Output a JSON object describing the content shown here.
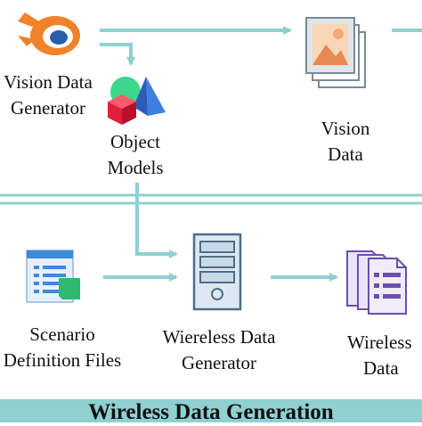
{
  "labels": {
    "vision_generator": [
      "Vision Data",
      "Generator"
    ],
    "object_models": [
      "Object",
      "Models"
    ],
    "vision_data": [
      "Vision",
      "Data"
    ],
    "scenario_files": [
      "Scenario",
      "Definition Files"
    ],
    "wireless_generator": [
      "Wiereless Data",
      "Generator"
    ],
    "wireless_data": [
      "Wireless",
      "Data"
    ]
  },
  "section_title": "Wireless Data Generation",
  "icons": {
    "vision_generator": "blender-logo-icon",
    "object_models": "3d-shapes-icon",
    "vision_data": "image-stack-icon",
    "scenario_files": "document-list-icon",
    "wireless_generator": "server-tower-icon",
    "wireless_data": "file-stack-icon"
  },
  "colors": {
    "arrow": "#8fd0d2",
    "divider": "#8fd0d2",
    "title_bar": "#8fd0d2",
    "blender_orange": "#f0822a",
    "blender_blue": "#2a5fa8"
  }
}
